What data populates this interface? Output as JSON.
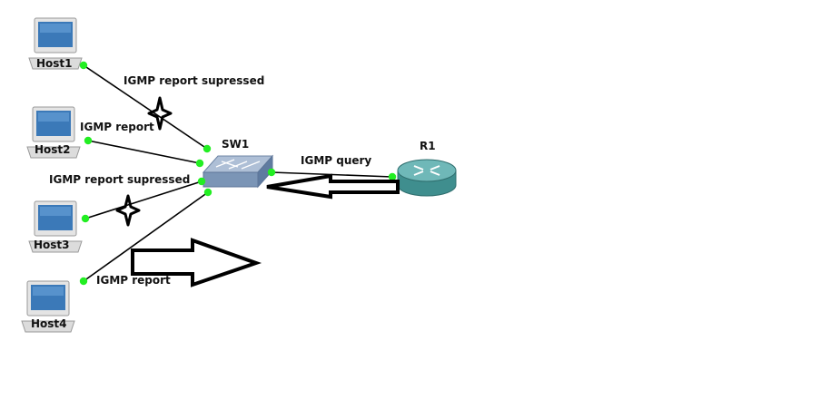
{
  "colors": {
    "link": "#000000",
    "port_dot": "#22ee22",
    "router_body": "#3f8e8e",
    "router_top": "#6fb8b8",
    "switch_body": "#7b95b6",
    "switch_top": "#aebfd6",
    "pc_screen": "#3b79b8",
    "pc_frame": "#d8d8d8"
  },
  "nodes": {
    "host1": {
      "label": "Host1",
      "icon": "pc-icon"
    },
    "host2": {
      "label": "Host2",
      "icon": "pc-icon"
    },
    "host3": {
      "label": "Host3",
      "icon": "pc-icon"
    },
    "host4": {
      "label": "Host4",
      "icon": "pc-icon"
    },
    "sw1": {
      "label": "SW1",
      "icon": "switch-icon"
    },
    "r1": {
      "label": "R1",
      "icon": "router-icon"
    }
  },
  "annotations": {
    "host1_link": "IGMP report supressed",
    "host2_link": "IGMP report",
    "host3_link": "IGMP report supressed",
    "host4_link": "IGMP report",
    "r1_link": "IGMP query"
  },
  "marks": {
    "suppressed_marker": "four-point-star-icon",
    "query_arrow": "left-arrow-outline-icon",
    "report_arrow": "right-arrow-outline-icon"
  }
}
